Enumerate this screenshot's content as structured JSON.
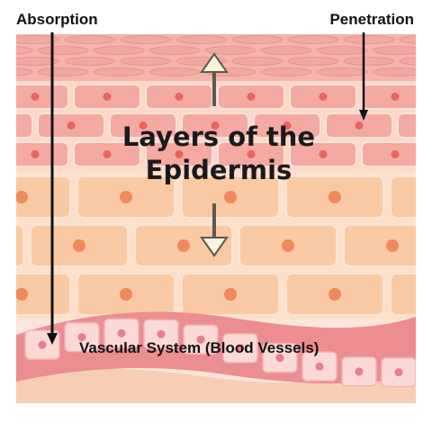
{
  "labels": {
    "absorption": "Absorption",
    "penetration": "Penetration",
    "title_line1": "Layers of the",
    "title_line2": "Epidermis",
    "vascular": "Vascular System (Blood Vessels)"
  },
  "colors": {
    "stratum_corneum": "#f2a8a2",
    "keratinocyte": "#f4a9a2",
    "spinous_cell": "#f8c9a2",
    "cell_border": "#fbe3d5",
    "nucleus_upper": "#e8645e",
    "nucleus_lower": "#ef8a5c",
    "vessel_wall": "#ec8d92",
    "vessel_cell": "#fbd9d5",
    "vessel_nucleus": "#e27f90",
    "dermis": "#f8cdb6",
    "arrow_fill": "#f6f3df",
    "arrow_stroke": "#5a5a50"
  },
  "icons": {
    "up_arrow": "up-arrow-icon",
    "down_arrow": "down-arrow-icon"
  }
}
